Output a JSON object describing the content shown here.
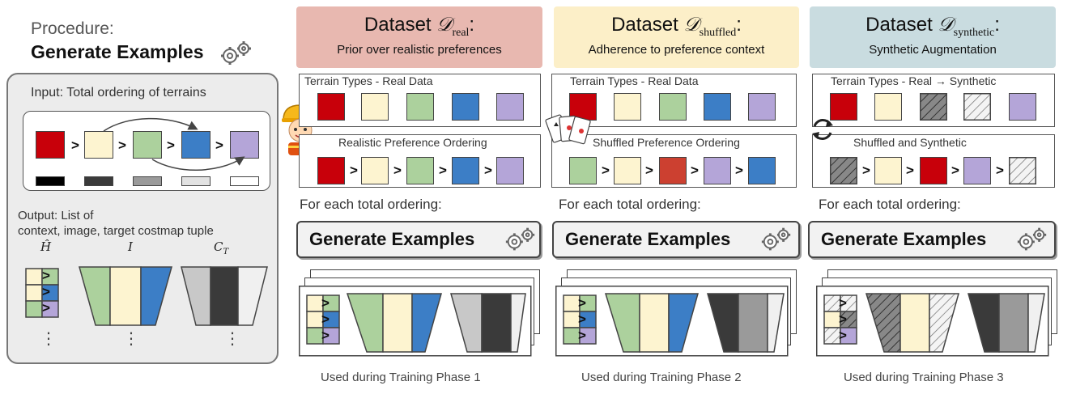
{
  "procedure": {
    "heading": "Procedure:",
    "title": "Generate Examples",
    "input_label": "Input: Total ordering of terrains",
    "output_label_1": "Output: List of",
    "output_label_2": "context, image, target costmap tuple",
    "col_h": "Ĥ",
    "col_i": "I",
    "col_c": "C",
    "col_c_sub": "T",
    "ellipsis": "⋮"
  },
  "columns": [
    {
      "title_prefix": "Dataset ",
      "title_math": "𝒟",
      "title_sub": "real",
      "title_suffix": ":",
      "subtitle": "Prior over realistic preferences",
      "top_label": "Terrain Types - Real Data",
      "bottom_label": "Realistic Preference Ordering",
      "for_each": "For each total ordering:",
      "button": "Generate Examples",
      "phase": "Used during Training Phase 1"
    },
    {
      "title_prefix": "Dataset ",
      "title_math": "𝒟",
      "title_sub": "shuffled",
      "title_suffix": ":",
      "subtitle": "Adherence to preference context",
      "top_label": "Terrain Types - Real Data",
      "bottom_label": "Shuffled Preference Ordering",
      "for_each": "For each total ordering:",
      "button": "Generate Examples",
      "phase": "Used during Training Phase 2"
    },
    {
      "title_prefix": "Dataset ",
      "title_math": "𝒟",
      "title_sub": "synthetic",
      "title_suffix": ":",
      "subtitle": "Synthetic Augmentation",
      "top_label": "Terrain Types -  Real → Synthetic",
      "bottom_label": "Shuffled and Synthetic",
      "for_each": "For each total ordering:",
      "button": "Generate Examples",
      "phase": "Used during Training Phase 3"
    }
  ],
  "symbols": {
    "gt": ">"
  },
  "colors": {
    "red": "#c8000a",
    "cream": "#fdf4d0",
    "green": "#acd19d",
    "blue": "#3c7ec6",
    "purple": "#b4a5d8",
    "orange_red": "#cc4030",
    "head_real": "#e8b8b0",
    "head_shuffled": "#fcefc8",
    "head_synthetic": "#c9dce0"
  }
}
